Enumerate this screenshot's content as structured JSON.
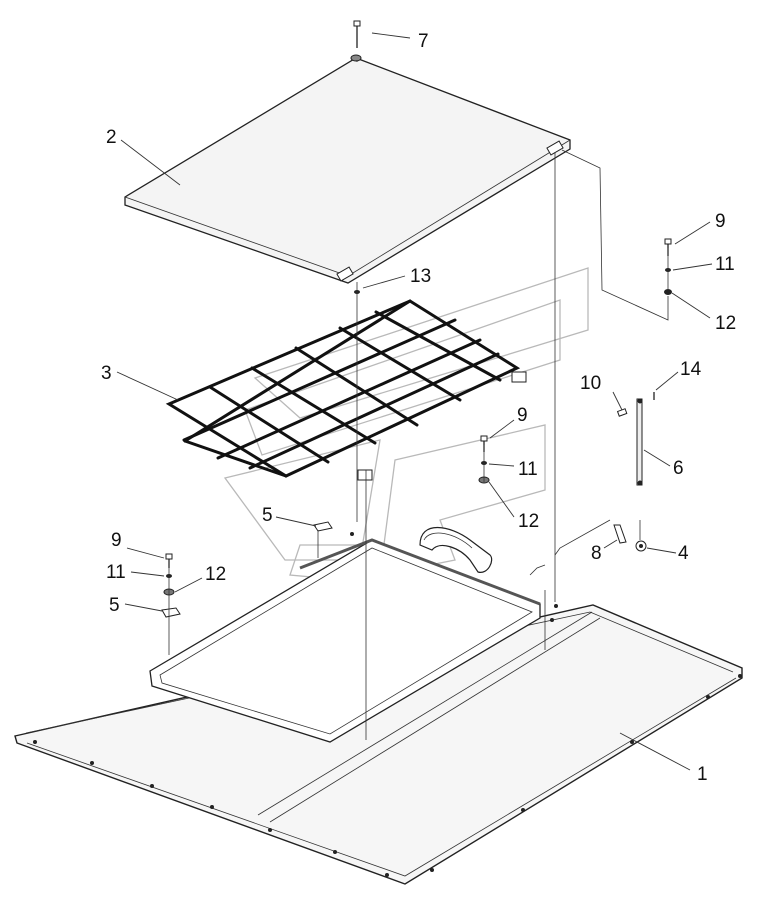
{
  "diagram": {
    "callouts": {
      "c1": "1",
      "c2": "2",
      "c3": "3",
      "c4": "4",
      "c5a": "5",
      "c5b": "5",
      "c6": "6",
      "c7": "7",
      "c8": "8",
      "c9a": "9",
      "c9b": "9",
      "c9c": "9",
      "c10": "10",
      "c11a": "11",
      "c11b": "11",
      "c11c": "11",
      "c12a": "12",
      "c12b": "12",
      "c12c": "12",
      "c13": "13",
      "c14": "14"
    },
    "colors": {
      "line": "#222222",
      "panel_fill": "#f5f5f5",
      "watermark": "#b9b9b9"
    }
  }
}
